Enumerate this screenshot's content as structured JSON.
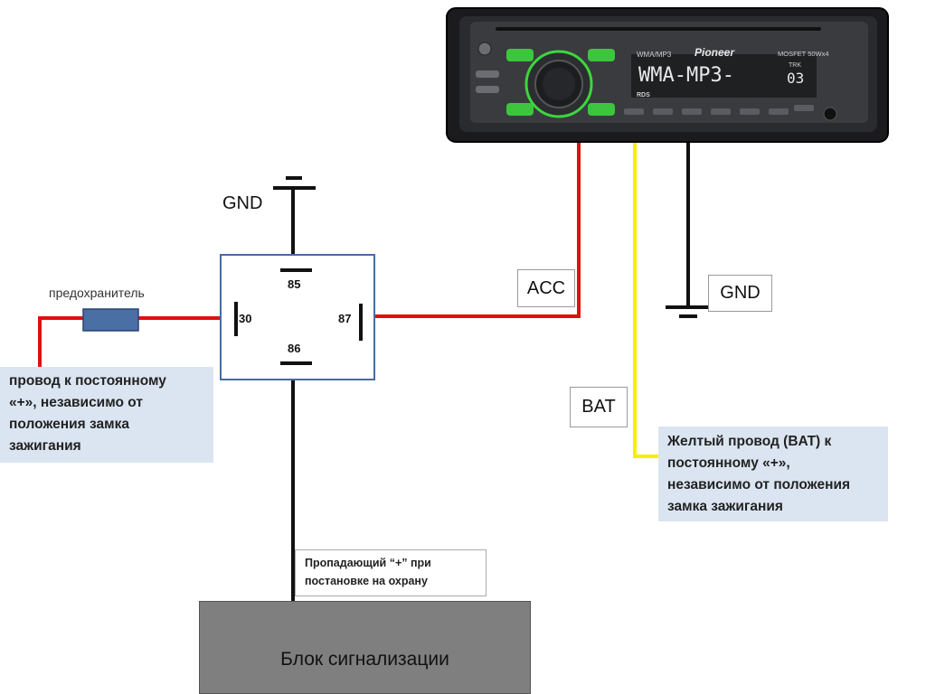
{
  "labels": {
    "gnd_relay": "GND",
    "gnd_radio": "GND",
    "acc": "ACC",
    "bat": "BAT",
    "fuse": "предохранитель",
    "pin_85": "85",
    "pin_30": "30",
    "pin_87": "87",
    "pin_86": "86",
    "alarm_block": "Блок сигнализации",
    "signal_note": [
      "Пропадающий  “+” при",
      "постановке на охрану"
    ],
    "left_note": [
      "провод  к постоянному",
      "«+», независимо от",
      "положения замка",
      "зажигания"
    ],
    "right_note": [
      "Желтый провод (BAT) к",
      "постоянному «+»,",
      "независимо от положения",
      "замка зажигания"
    ]
  },
  "radio": {
    "brand": "Pioneer",
    "format": "WMA/MP3",
    "power": "MOSFET 50Wx4",
    "display": "WMA-MP3-",
    "track_label": "TRK",
    "track": "03",
    "rds": "RDS"
  },
  "colors": {
    "acc_wire": "#e01010",
    "bat_wire": "#f5f000",
    "ground_wire": "#111111",
    "fuse": "#4a6fa5",
    "note_bg": "#dbe5f1",
    "alarm_bg": "#7f7f7f",
    "radio_accent": "#3dd63d"
  }
}
